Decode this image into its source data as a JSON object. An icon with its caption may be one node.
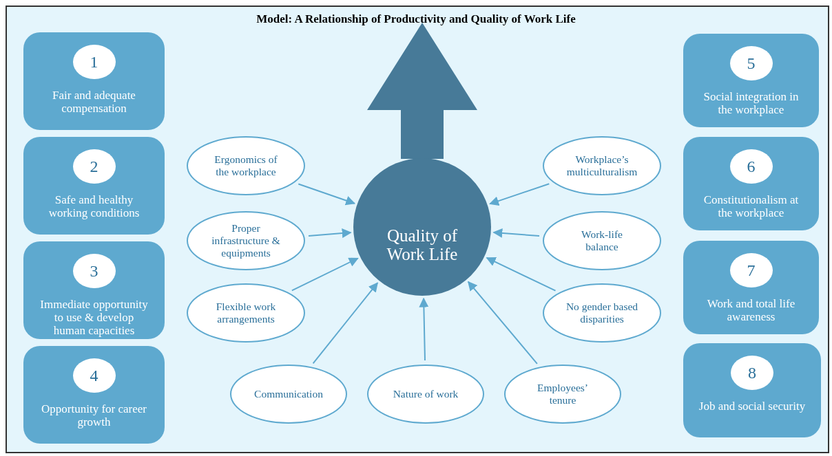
{
  "diagram": {
    "title": "Model: A Relationship of Productivity and Quality of Work Life",
    "nodes": [
      {
        "text": [
          "1",
          "Fair and adequate compensation"
        ]
      },
      {
        "text": [
          "2",
          "Safe and healthy working conditions"
        ]
      },
      {
        "text": [
          "3",
          "Immediate opportunity to use & develop human capacities"
        ]
      },
      {
        "text": [
          "4",
          "Opportunity for career growth"
        ]
      },
      {
        "text": [
          "5",
          "Social integration in the workplace"
        ]
      },
      {
        "text": [
          "6",
          "Constitutionalism at the workplace"
        ]
      },
      {
        "text": [
          "7",
          "Work and total life awareness"
        ]
      },
      {
        "text": [
          "8",
          "Job and social security"
        ]
      },
      {
        "text": [
          "Quality of Work Life"
        ]
      },
      {
        "text": [
          "Ergonomics of the workplace"
        ]
      },
      {
        "text": [
          "Workplace’s multiculturalism"
        ]
      },
      {
        "text": [
          "Proper infrastructure & equipments"
        ]
      },
      {
        "text": [
          "Work-life balance"
        ]
      },
      {
        "text": [
          "Flexible work arrangements"
        ]
      },
      {
        "text": [
          "No gender based disparities"
        ]
      },
      {
        "text": [
          "Communication"
        ]
      },
      {
        "text": [
          "Nature of work"
        ]
      },
      {
        "text": [
          "Employees’ tenure"
        ]
      }
    ],
    "edges": [
      {
        "from": 9,
        "to": 8,
        "arrow": "to"
      },
      {
        "from": 10,
        "to": 8,
        "arrow": "to"
      },
      {
        "from": 11,
        "to": 8,
        "arrow": "to"
      },
      {
        "from": 12,
        "to": 8,
        "arrow": "to"
      },
      {
        "from": 13,
        "to": 8,
        "arrow": "to"
      },
      {
        "from": 14,
        "to": 8,
        "arrow": "to"
      },
      {
        "from": 15,
        "to": 8,
        "arrow": "to"
      },
      {
        "from": 16,
        "to": 8,
        "arrow": "to"
      },
      {
        "from": 17,
        "to": 8,
        "arrow": "to"
      }
    ]
  }
}
